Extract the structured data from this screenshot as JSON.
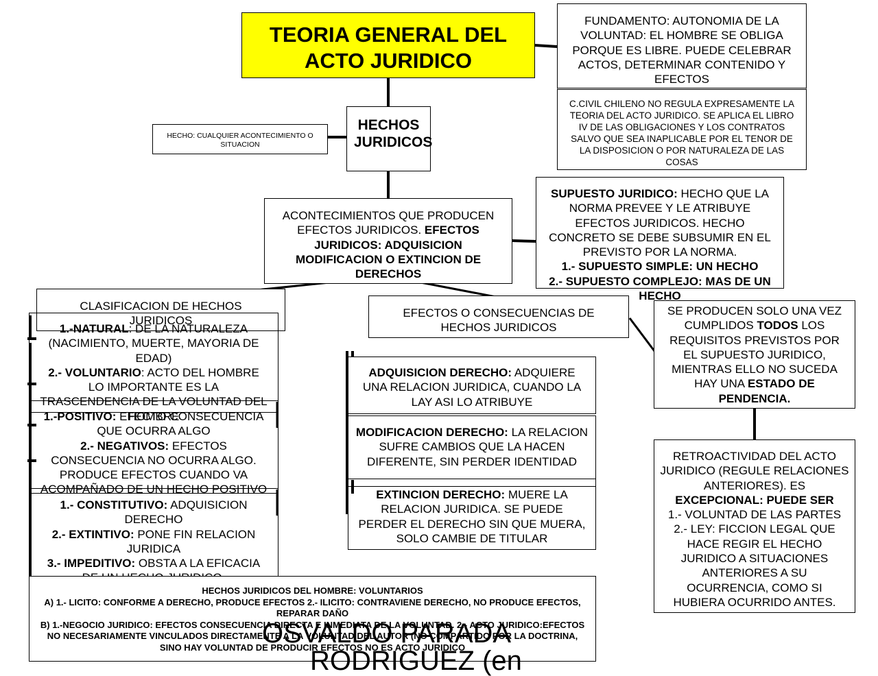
{
  "title": {
    "line1": "TEORIA GENERAL DEL",
    "line2": "ACTO JURIDICO"
  },
  "fundamento": "FUNDAMENTO: AUTONOMIA DE LA VOLUNTAD: EL HOMBRE SE OBLIGA PORQUE ES LIBRE. PUEDE CELEBRAR ACTOS, DETERMINAR CONTENIDO Y EFECTOS",
  "codigo_civil": "C.CIVIL CHILENO NO REGULA EXPRESAMENTE LA TEORIA DEL ACTO JURIDICO. SE APLICA EL LIBRO IV DE LAS OBLIGACIONES Y LOS CONTRATOS SALVO QUE SEA INAPLICABLE POR EL TENOR DE LA DISPOSICION O POR NATURALEZA DE LAS COSAS",
  "hecho_def": "HECHO: CUALQUIER ACONTECIMIENTO O SITUACION",
  "hechos_juridicos": "HECHOS JURIDICOS",
  "acontecimientos": {
    "text": "ACONTECIMIENTOS QUE PRODUCEN EFECTOS JURIDICOS. ",
    "bold": "EFECTOS JURIDICOS: ADQUISICION MODIFICACION O EXTINCION DE DERECHOS"
  },
  "supuesto": {
    "bold1": "SUPUESTO JURIDICO:",
    "text1": " HECHO QUE LA NORMA PREVEE Y LE ATRIBUYE EFECTOS JURIDICOS. HECHO CONCRETO SE DEBE SUBSUMIR EN EL PREVISTO POR LA NORMA.",
    "bold2": "1.- SUPUESTO SIMPLE: UN HECHO",
    "bold3": "2.- SUPUESTO COMPLEJO: MAS DE UN HECHO"
  },
  "clasificacion": "CLASIFICACION DE HECHOS JURIDICOS",
  "natural": {
    "bold": "1.-NATURAL",
    "text": ": DE LA NATURALEZA (NACIMIENTO, MUERTE, MAYORIA DE EDAD)"
  },
  "voluntario": {
    "bold": "2.- VOLUNTARIO",
    "text": ": ACTO DEL HOMBRE LO IMPORTANTE ES LA TRASCENDENCIA DE LA VOLUNTAD DEL HOMBRE"
  },
  "positivo": {
    "bold": "1.-POSITIVO:",
    "text": " EFECTO CONSECUENCIA QUE OCURRA ALGO"
  },
  "negativos": {
    "bold": "2.- NEGATIVOS:",
    "text": " EFECTOS CONSECUENCIA NO OCURRA ALGO. PRODUCE EFECTOS CUANDO VA ACOMPAÑADO DE UN HECHO POSITIVO"
  },
  "constitutivo": {
    "bold": "1.- CONSTITUTIVO:",
    "text": " ADQUISICION DERECHO"
  },
  "extintivo": {
    "bold": "2.- EXTINTIVO:",
    "text": " PONE FIN RELACION JURIDICA"
  },
  "impeditivo": {
    "bold": "3.- IMPEDITIVO:",
    "text": " OBSTA A LA EFICACIA DE UN HECHO JURIDICO."
  },
  "efectos_header": "EFECTOS O CONSECUENCIAS DE HECHOS JURIDICOS",
  "adquisicion": {
    "bold": "ADQUISICION DERECHO:",
    "text": " ADQUIERE UNA RELACION JURIDICA, CUANDO LA LAY ASI LO ATRIBUYE"
  },
  "modificacion": {
    "bold": "MODIFICACION DERECHO:",
    "text": " LA RELACION SUFRE CAMBIOS QUE LA HACEN DIFERENTE, SIN PERDER IDENTIDAD"
  },
  "extincion": {
    "bold": "EXTINCION DERECHO:",
    "text": " MUERE LA RELACION JURIDICA. SE PUEDE PERDER EL DERECHO SIN QUE MUERA, SOLO CAMBIE DE TITULAR"
  },
  "pendencia": {
    "text1": "SE PRODUCEN SOLO UNA VEZ CUMPLIDOS ",
    "bold1": "TODOS",
    "text2": " LOS REQUISITOS PREVISTOS POR EL SUPUESTO JURIDICO, MIENTRAS ELLO NO SUCEDA HAY UNA ",
    "bold2": "ESTADO DE PENDENCIA."
  },
  "retroactividad": {
    "text1": "RETROACTIVIDAD DEL ACTO JURIDICO (REGULE RELACIONES ANTERIORES). ES ",
    "bold1": "EXCEPCIONAL: PUEDE SER",
    "line2": "1.- VOLUNTAD DE LAS PARTES",
    "line3": "2.- LEY: FICCION LEGAL QUE HACE REGIR EL HECHO JURIDICO A SITUACIONES ANTERIORES A SU OCURRENCIA, COMO SI HUBIERA OCURRIDO ANTES."
  },
  "voluntarios_box": {
    "title": "HECHOS JURIDICOS DEL HOMBRE: VOLUNTARIOS",
    "a": "A) 1.- LICITO: CONFORME A DERECHO, PRODUCE EFECTOS 2.- ILICITO: CONTRAVIENE DERECHO, NO PRODUCE EFECTOS, REPARAR DAÑO",
    "b": "B) 1.-NEGOCIO JURIDICO: EFECTOS CONSECUENCIA DIRECTA E INMEDIATA DE LA VOLUNTAD. 2.- ACTO JURIDICO:EFECTOS NO NECESARIAMENTE VINCULADOS DIRECTAMENTE A LA VOLUNTAD DEL AUTOR (NO COMPARTIDO POR LA DOCTRINA, SINO HAY VOLUNTAD DE PRODUCIR EFECTOS NO ES ACTO JURIDICO"
  },
  "watermark": {
    "line1": "OSVALDO PARADA",
    "line2": "RODRIGUEZ (en"
  },
  "colors": {
    "title_bg": "#ffff00",
    "border": "#000000",
    "background": "#ffffff"
  }
}
